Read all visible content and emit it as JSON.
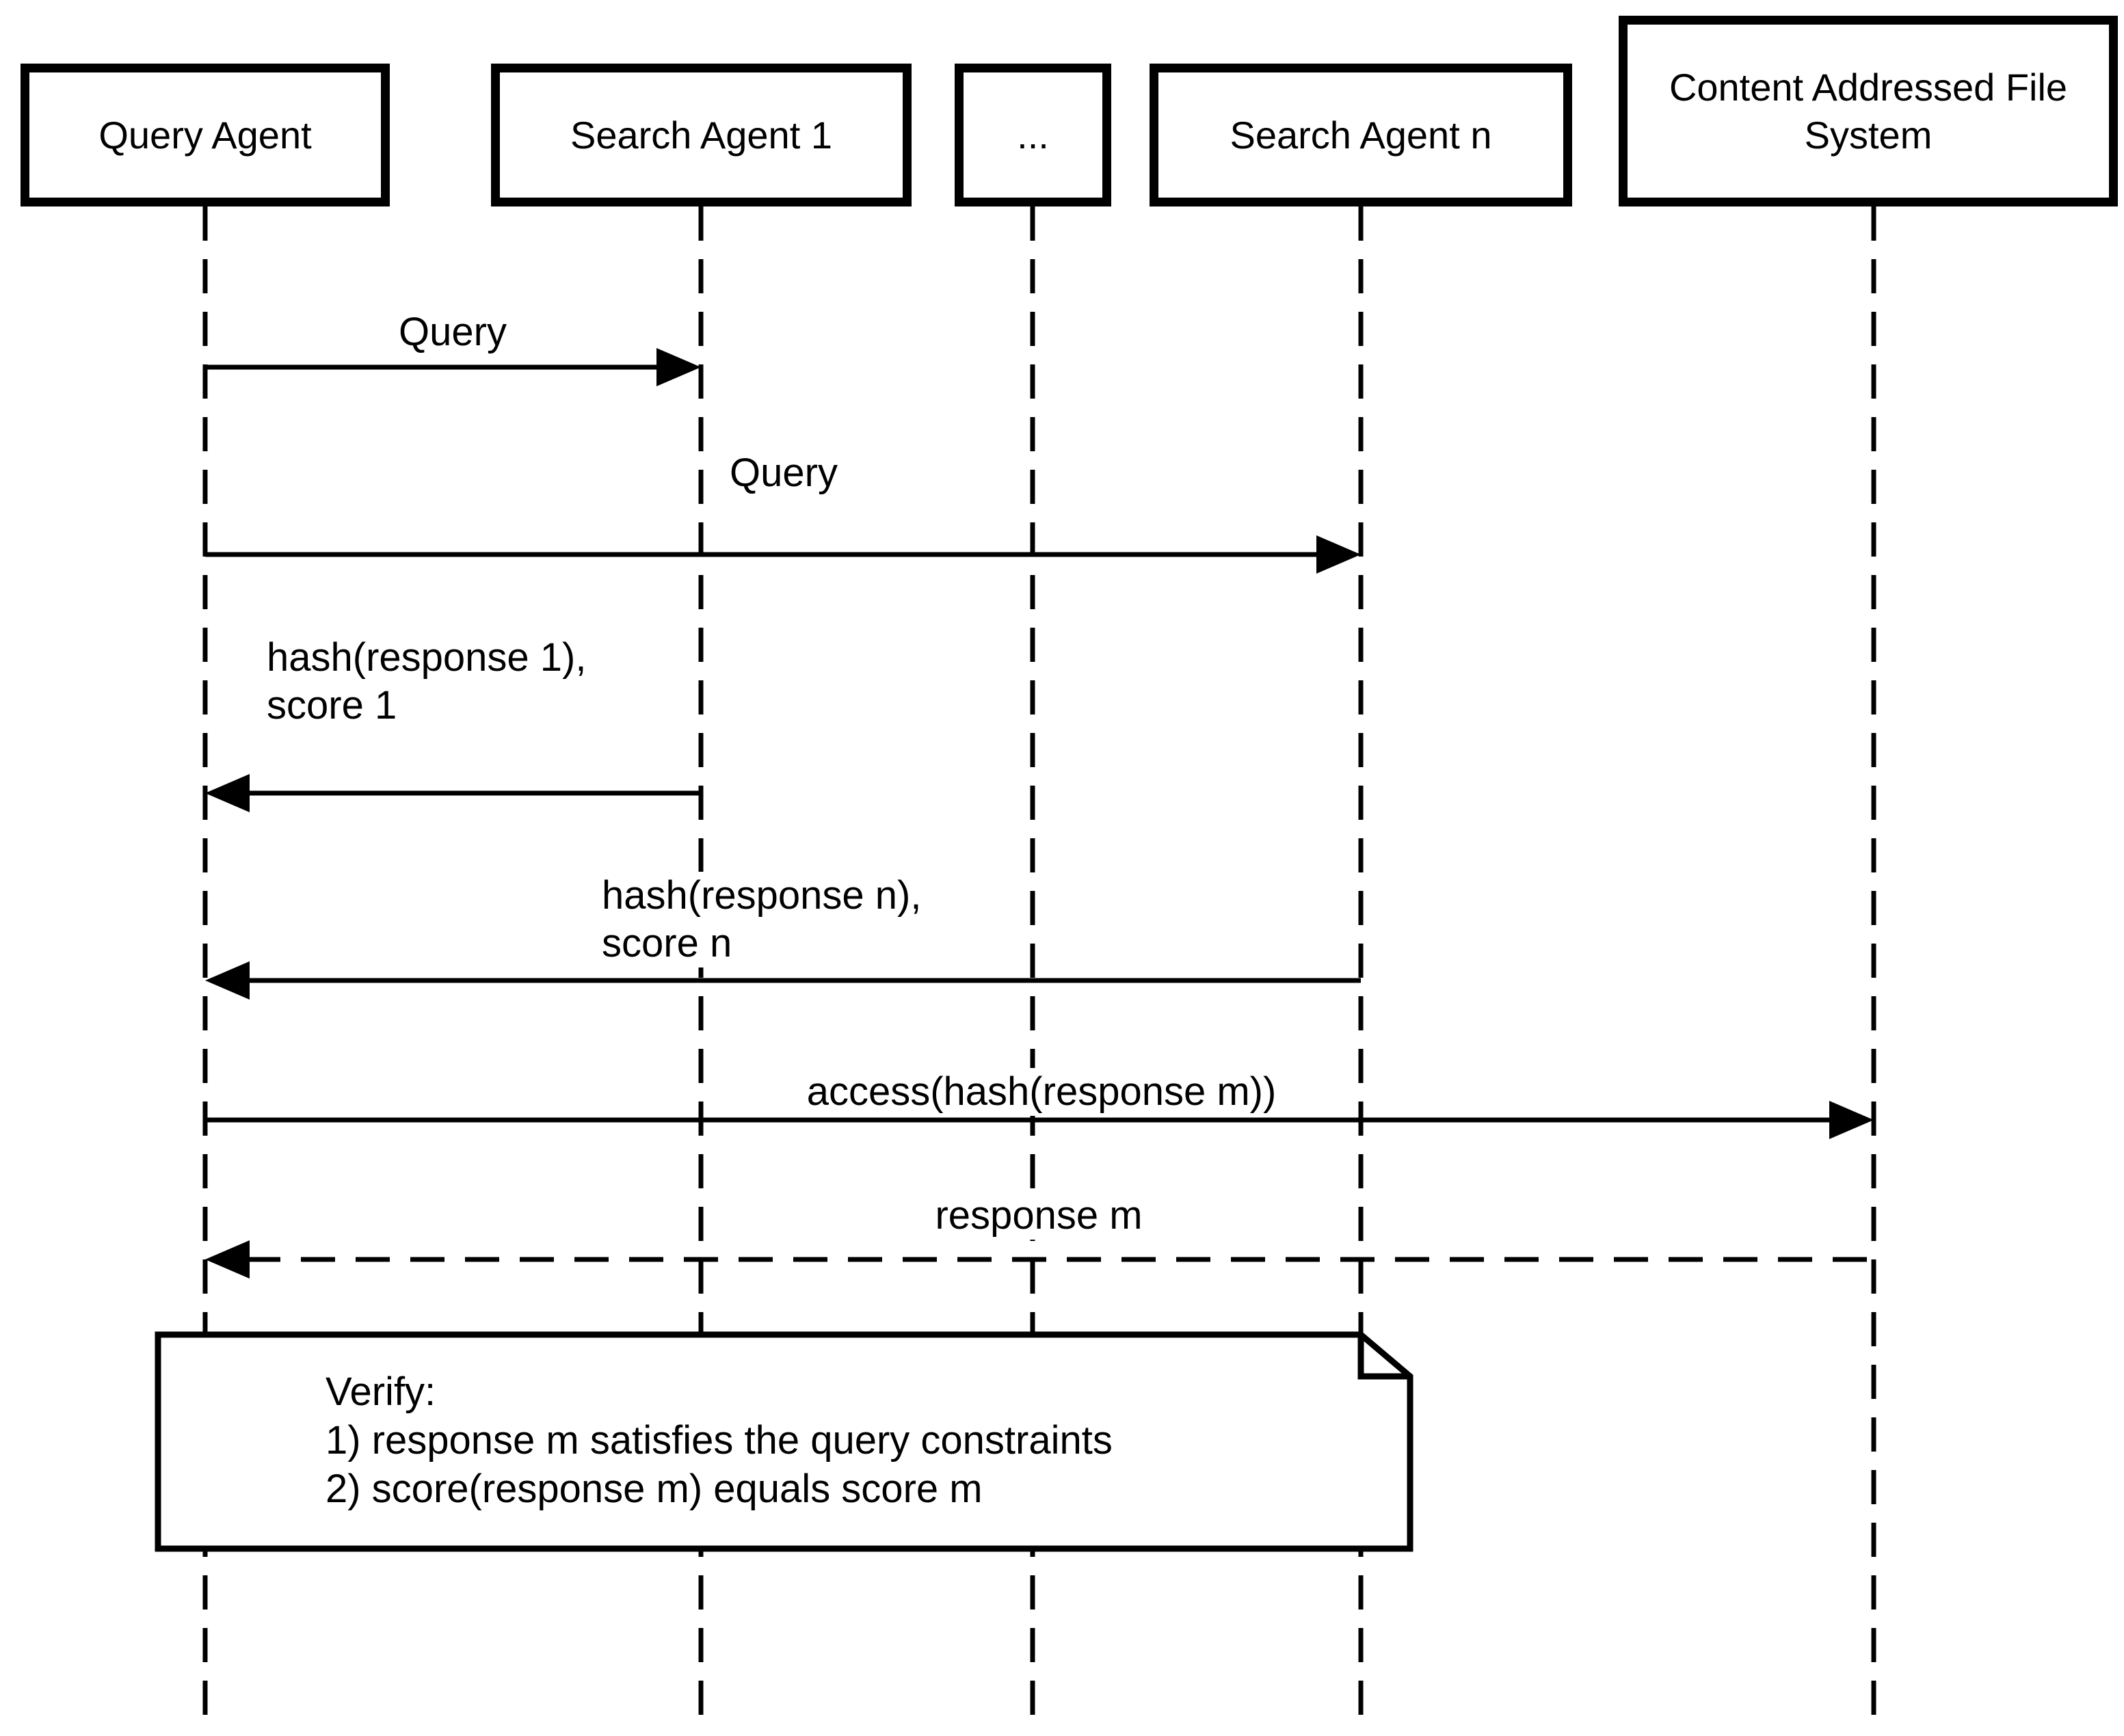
{
  "diagram": {
    "kind": "uml-sequence-diagram",
    "colors": {
      "stroke": "#000000",
      "background": "#ffffff"
    },
    "actors": [
      {
        "id": "query-agent",
        "label": "Query Agent"
      },
      {
        "id": "search-agent-1",
        "label": "Search Agent 1"
      },
      {
        "id": "ellipsis",
        "label": "..."
      },
      {
        "id": "search-agent-n",
        "label": "Search Agent n"
      },
      {
        "id": "content-addressed-file-system",
        "label": "Content Addressed File System"
      }
    ],
    "messages": [
      {
        "from": "query-agent",
        "to": "search-agent-1",
        "style": "solid",
        "label": "Query"
      },
      {
        "from": "query-agent",
        "to": "search-agent-n",
        "style": "solid",
        "label": "Query"
      },
      {
        "from": "search-agent-1",
        "to": "query-agent",
        "style": "solid",
        "lines": [
          "hash(response 1),",
          "score 1"
        ]
      },
      {
        "from": "search-agent-n",
        "to": "query-agent",
        "style": "solid",
        "lines": [
          "hash(response n),",
          "score n"
        ]
      },
      {
        "from": "query-agent",
        "to": "content-addressed-file-system",
        "style": "solid",
        "label": "access(hash(response m))"
      },
      {
        "from": "content-addressed-file-system",
        "to": "query-agent",
        "style": "dashed",
        "label": "response m"
      }
    ],
    "note": {
      "lines": [
        "Verify:",
        "1) response m satisfies the query constraints",
        "2) score(response m) equals score m"
      ]
    }
  }
}
